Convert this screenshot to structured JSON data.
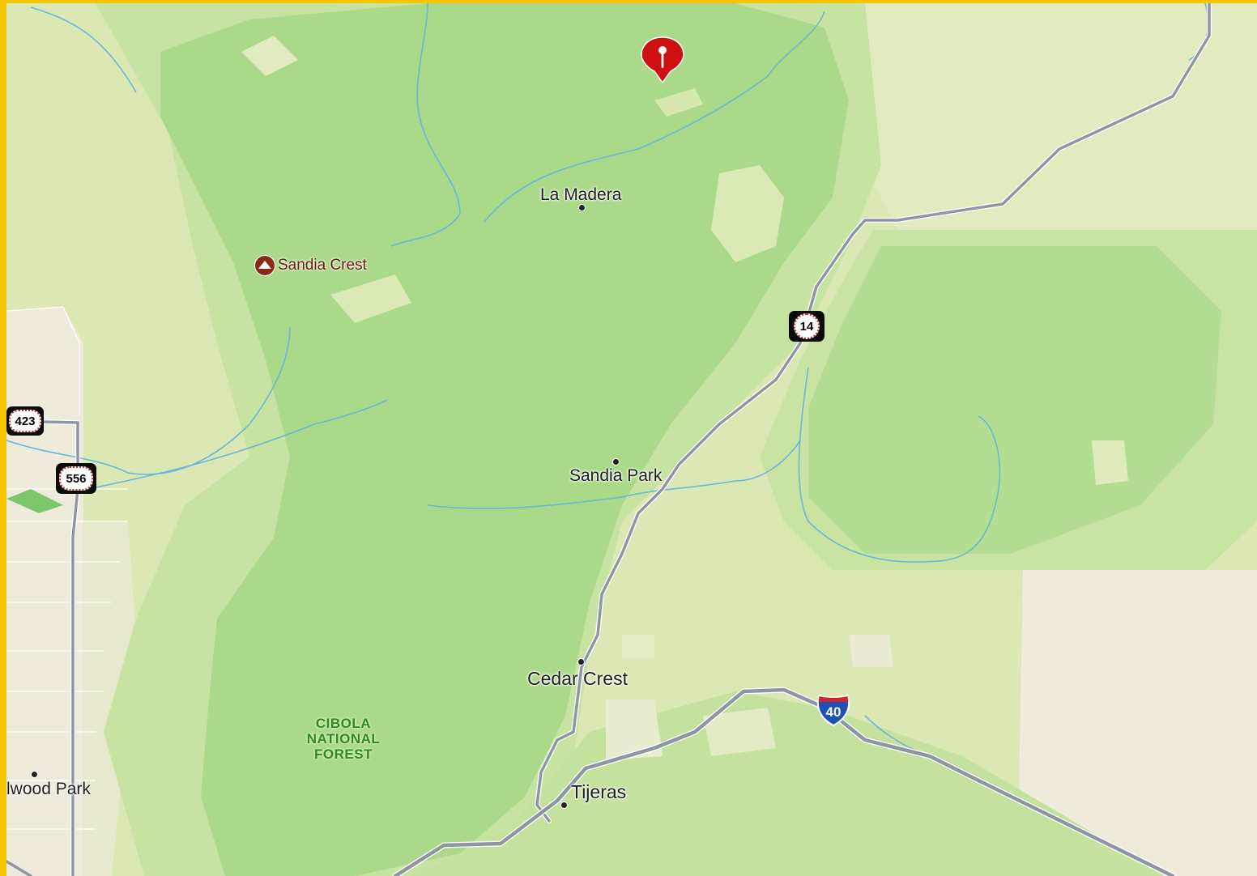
{
  "map": {
    "places": {
      "la_madera": "La Madera",
      "sandia_park": "Sandia Park",
      "cedar_crest": "Cedar Crest",
      "tijeras": "Tijeras",
      "elwood_park": "lwood Park"
    },
    "poi": {
      "sandia_crest": "Sandia Crest",
      "icon": "mountain-peak-icon"
    },
    "forest": {
      "line1": "CIBOLA",
      "line2": "NATIONAL",
      "line3": "FOREST"
    },
    "routes": {
      "nm14": "14",
      "nm423": "423",
      "nm556": "556",
      "i40": "40"
    },
    "pin": {
      "icon": "map-pin-icon",
      "color": "#d10f0f"
    },
    "colors": {
      "forest_green": "#a9d98a",
      "forest_light": "#bfe39d",
      "open_land": "#dde9b8",
      "urban": "#efecdf",
      "water": "#63b6df",
      "road": "#8f96a3",
      "frame": "#f6c700"
    }
  }
}
